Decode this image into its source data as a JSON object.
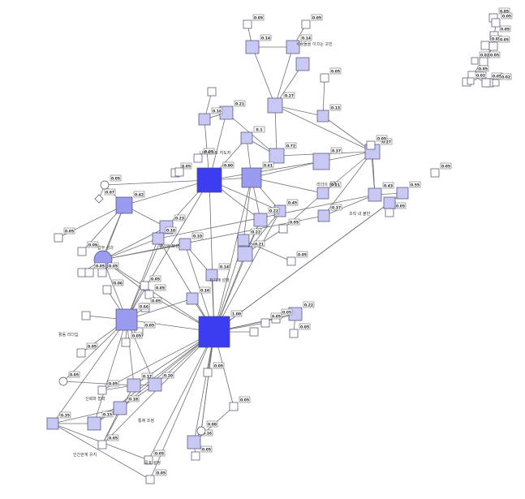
{
  "colors": {
    "edge": "#6f6f78",
    "node_light": "#c8c8f4",
    "node_mid": "#9a9aee",
    "node_dark": "#3c3cf0",
    "node_stroke": "#4a4a70",
    "badge_fill": "#ffffff",
    "badge_stroke": "#555555"
  },
  "nodes": [
    {
      "id": "n1",
      "label": "",
      "value": "0.05",
      "shape": "rect",
      "size": 5,
      "shade": "plain"
    },
    {
      "id": "n2",
      "label": "",
      "value": "0.05",
      "shape": "rect",
      "size": 5,
      "shade": "plain"
    },
    {
      "id": "n3",
      "label": "",
      "value": "0.14",
      "shape": "rect",
      "size": 8,
      "shade": "light"
    },
    {
      "id": "n4",
      "label": "",
      "value": "0.14",
      "shape": "rect",
      "size": 8,
      "shade": "light"
    },
    {
      "id": "n5",
      "label": "",
      "value": "",
      "shape": "rect",
      "size": 8,
      "shade": "light"
    },
    {
      "id": "n6",
      "label": "",
      "value": "0.05",
      "shape": "rect",
      "size": 5,
      "shade": "plain"
    },
    {
      "id": "n7",
      "label": "",
      "value": "0.05",
      "shape": "rect",
      "size": 5,
      "shade": "plain"
    },
    {
      "id": "n8",
      "label": "",
      "value": "0.05",
      "shape": "rect",
      "size": 5,
      "shade": "plain"
    },
    {
      "id": "n9",
      "label": "",
      "value": "0.05",
      "shape": "rect",
      "size": 5,
      "shade": "plain"
    },
    {
      "id": "n10",
      "label": "",
      "value": "0.02",
      "shape": "rect",
      "size": 4,
      "shade": "plain"
    },
    {
      "id": "n11",
      "label": "",
      "value": "0.05",
      "shape": "rect",
      "size": 5,
      "shade": "plain"
    },
    {
      "id": "n12",
      "label": "",
      "value": "",
      "shape": "rect",
      "size": 5,
      "shade": "plain"
    },
    {
      "id": "n13",
      "label": "",
      "value": "0.21",
      "shape": "rect",
      "size": 8,
      "shade": "light"
    },
    {
      "id": "n14",
      "label": "",
      "value": "0.16",
      "shape": "rect",
      "size": 7,
      "shade": "light"
    },
    {
      "id": "n15",
      "label": "",
      "value": "",
      "shape": "rect",
      "size": 5,
      "shade": "plain"
    },
    {
      "id": "n16",
      "label": "",
      "value": "0.27",
      "shape": "rect",
      "size": 9,
      "shade": "light"
    },
    {
      "id": "n17",
      "label": "",
      "value": "0.05",
      "shape": "rect",
      "size": 5,
      "shade": "plain"
    },
    {
      "id": "n18",
      "label": "",
      "value": "0.13",
      "shape": "rect",
      "size": 7,
      "shade": "light"
    },
    {
      "id": "n19",
      "label": "",
      "value": "0.1",
      "shape": "rect",
      "size": 7,
      "shade": "light"
    },
    {
      "id": "n20",
      "label": "",
      "value": "0.72",
      "shape": "rect",
      "size": 9,
      "shade": "light"
    },
    {
      "id": "n21",
      "label": "",
      "value": "0.37",
      "shape": "rect",
      "size": 10,
      "shade": "light"
    },
    {
      "id": "n22",
      "label": "",
      "value": "0.27",
      "shape": "rect",
      "size": 9,
      "shade": "light"
    },
    {
      "id": "n23",
      "label": "",
      "value": "0.05",
      "shape": "rect",
      "size": 5,
      "shade": "plain"
    },
    {
      "id": "n24",
      "label": "",
      "value": "0.05",
      "shape": "rect",
      "size": 5,
      "shade": "plain"
    },
    {
      "id": "n25",
      "label": "",
      "value": "",
      "shape": "rect",
      "size": 5,
      "shade": "plain"
    },
    {
      "id": "n26",
      "label": "",
      "value": "0.05",
      "shape": "rect",
      "size": 5,
      "shade": "plain"
    },
    {
      "id": "n27",
      "label": "",
      "value": "0.90",
      "shape": "rect",
      "size": 15,
      "shade": "dark"
    },
    {
      "id": "n28",
      "label": "",
      "value": "0.61",
      "shape": "rect",
      "size": 12,
      "shade": "mid"
    },
    {
      "id": "n29",
      "label": "",
      "value": "0.45",
      "shape": "rect",
      "size": 7,
      "shade": "light"
    },
    {
      "id": "n30",
      "label": "",
      "value": "0.22",
      "shape": "rect",
      "size": 7,
      "shade": "light"
    },
    {
      "id": "n31",
      "label": "",
      "value": "0.22",
      "shape": "rect",
      "size": 8,
      "shade": "light"
    },
    {
      "id": "n32",
      "label": "",
      "value": "0.21",
      "shape": "rect",
      "size": 9,
      "shade": "light"
    },
    {
      "id": "n33",
      "label": "",
      "value": "0.05",
      "shape": "rect",
      "size": 5,
      "shade": "plain"
    },
    {
      "id": "n34",
      "label": "",
      "value": "0.05",
      "shape": "rect",
      "size": 5,
      "shade": "plain"
    },
    {
      "id": "n35",
      "label": "",
      "value": "0.23",
      "shape": "rect",
      "size": 8,
      "shade": "light"
    },
    {
      "id": "n36",
      "label": "",
      "value": "0.05",
      "shape": "circle",
      "size": 5,
      "shade": "plain"
    },
    {
      "id": "n37",
      "label": "",
      "value": "0.07",
      "shape": "diamond",
      "size": 5,
      "shade": "plain"
    },
    {
      "id": "n38",
      "label": "",
      "value": "0.37",
      "shape": "rect",
      "size": 7,
      "shade": "light"
    },
    {
      "id": "n39",
      "label": "",
      "value": "0.21",
      "shape": "rect",
      "size": 7,
      "shade": "light"
    },
    {
      "id": "n40",
      "label": "",
      "value": "0.18",
      "shape": "rect",
      "size": 7,
      "shade": "light"
    },
    {
      "id": "n41",
      "label": "",
      "value": "0.43",
      "shape": "rect",
      "size": 8,
      "shade": "light"
    },
    {
      "id": "n42",
      "label": "",
      "value": "0.45",
      "shape": "rect",
      "size": 7,
      "shade": "light"
    },
    {
      "id": "n43",
      "label": "",
      "value": "0.55",
      "shape": "rect",
      "size": 7,
      "shade": "light"
    },
    {
      "id": "n44",
      "label": "",
      "value": "0.05",
      "shape": "rect",
      "size": 5,
      "shade": "plain"
    },
    {
      "id": "n45",
      "label": "",
      "value": "0.05",
      "shape": "rect",
      "size": 5,
      "shade": "plain"
    },
    {
      "id": "n46",
      "label": "",
      "value": "0.42",
      "shape": "rect",
      "size": 10,
      "shade": "mid"
    },
    {
      "id": "n47",
      "label": "",
      "value": "",
      "shape": "rect",
      "size": 5,
      "shade": "plain"
    },
    {
      "id": "n48",
      "label": "",
      "value": "0.09",
      "shape": "rect",
      "size": 5,
      "shade": "plain"
    },
    {
      "id": "n49",
      "label": "",
      "value": "",
      "shape": "rect",
      "size": 5,
      "shade": "plain"
    },
    {
      "id": "n50",
      "label": "",
      "value": "",
      "shape": "circle",
      "size": 11,
      "shade": "mid"
    },
    {
      "id": "n51",
      "label": "",
      "value": "0.05",
      "shape": "rect",
      "size": 5,
      "shade": "plain"
    },
    {
      "id": "n52",
      "label": "",
      "value": "0.05",
      "shape": "rect",
      "size": 5,
      "shade": "plain"
    },
    {
      "id": "n53",
      "label": "",
      "value": "0.10",
      "shape": "rect",
      "size": 7,
      "shade": "light"
    },
    {
      "id": "n54",
      "label": "",
      "value": "0.14",
      "shape": "rect",
      "size": 7,
      "shade": "light"
    },
    {
      "id": "n55",
      "label": "",
      "value": "0.06",
      "shape": "rect",
      "size": 5,
      "shade": "plain"
    },
    {
      "id": "n56",
      "label": "",
      "value": "0.10",
      "shape": "rect",
      "size": 7,
      "shade": "light"
    },
    {
      "id": "n57",
      "label": "",
      "value": "0.05",
      "shape": "rect",
      "size": 5,
      "shade": "plain"
    },
    {
      "id": "n58",
      "label": "",
      "value": "0.05",
      "shape": "rect",
      "size": 5,
      "shade": "plain"
    },
    {
      "id": "n59",
      "label": "",
      "value": "0.05",
      "shape": "rect",
      "size": 5,
      "shade": "plain"
    },
    {
      "id": "n60",
      "label": "",
      "value": "0.05",
      "shape": "rect",
      "size": 5,
      "shade": "plain"
    },
    {
      "id": "n61",
      "label": "",
      "value": "",
      "shape": "rect",
      "size": 5,
      "shade": "plain"
    },
    {
      "id": "n62",
      "label": "",
      "value": "0.05",
      "shape": "rect",
      "size": 5,
      "shade": "plain"
    },
    {
      "id": "n63",
      "label": "",
      "value": "0.05",
      "shape": "rect",
      "size": 5,
      "shade": "plain"
    },
    {
      "id": "n64",
      "label": "",
      "value": "0.66",
      "shape": "rect",
      "size": 13,
      "shade": "mid"
    },
    {
      "id": "n65",
      "label": "",
      "value": "1.00",
      "shape": "rect",
      "size": 19,
      "shade": "dark"
    },
    {
      "id": "n66",
      "label": "",
      "value": "",
      "shape": "rect",
      "size": 5,
      "shade": "plain"
    },
    {
      "id": "n67",
      "label": "",
      "value": "0.22",
      "shape": "rect",
      "size": 8,
      "shade": "light"
    },
    {
      "id": "n68",
      "label": "",
      "value": "0.05",
      "shape": "rect",
      "size": 5,
      "shade": "plain"
    },
    {
      "id": "n69",
      "label": "",
      "value": "0.05",
      "shape": "rect",
      "size": 5,
      "shade": "plain"
    },
    {
      "id": "n70",
      "label": "",
      "value": "0.05",
      "shape": "rect",
      "size": 5,
      "shade": "plain"
    },
    {
      "id": "n71",
      "label": "",
      "value": "0.05",
      "shape": "circle",
      "size": 5,
      "shade": "plain"
    },
    {
      "id": "n72",
      "label": "",
      "value": "0.05",
      "shape": "rect",
      "size": 5,
      "shade": "plain"
    },
    {
      "id": "n73",
      "label": "",
      "value": "0.17",
      "shape": "rect",
      "size": 8,
      "shade": "light"
    },
    {
      "id": "n74",
      "label": "",
      "value": "0.20",
      "shape": "rect",
      "size": 8,
      "shade": "light"
    },
    {
      "id": "n75",
      "label": "",
      "value": "0.18",
      "shape": "rect",
      "size": 8,
      "shade": "light"
    },
    {
      "id": "n76",
      "label": "",
      "value": "0.15",
      "shape": "rect",
      "size": 8,
      "shade": "light"
    },
    {
      "id": "n77",
      "label": "",
      "value": "0.35",
      "shape": "rect",
      "size": 7,
      "shade": "light"
    },
    {
      "id": "n78",
      "label": "",
      "value": "0.05",
      "shape": "rect",
      "size": 5,
      "shade": "plain"
    },
    {
      "id": "n79",
      "label": "",
      "value": "0.05",
      "shape": "rect",
      "size": 5,
      "shade": "plain"
    },
    {
      "id": "n80",
      "label": "",
      "value": "0.05",
      "shape": "rect",
      "size": 5,
      "shade": "plain"
    },
    {
      "id": "n81",
      "label": "",
      "value": "0.16",
      "shape": "rect",
      "size": 8,
      "shade": "light"
    },
    {
      "id": "n82",
      "label": "",
      "value": "0.05",
      "shape": "rect",
      "size": 5,
      "shade": "plain"
    },
    {
      "id": "n83",
      "label": "",
      "value": "0.05",
      "shape": "rect",
      "size": 5,
      "shade": "plain"
    },
    {
      "id": "n84",
      "label": "",
      "value": "0.05",
      "shape": "rect",
      "size": 5,
      "shade": "plain"
    },
    {
      "id": "n85",
      "label": "",
      "value": "0.08",
      "shape": "circle",
      "size": 5,
      "shade": "plain"
    },
    {
      "id": "n86",
      "label": "",
      "value": "0.05",
      "shape": "rect",
      "size": 5,
      "shade": "plain"
    },
    {
      "id": "n87",
      "label": "",
      "value": "0.05",
      "shape": "rect",
      "size": 5,
      "shade": "plain"
    },
    {
      "id": "n88",
      "label": "",
      "value": "0.05",
      "shape": "rect",
      "size": 5,
      "shade": "plain"
    },
    {
      "id": "n89",
      "label": "",
      "value": "0.05",
      "shape": "rect",
      "size": 5,
      "shade": "plain"
    },
    {
      "id": "n90",
      "label": "",
      "value": "0.05",
      "shape": "rect",
      "size": 5,
      "shade": "plain"
    },
    {
      "id": "n91",
      "label": "",
      "value": "0.02",
      "shape": "rect",
      "size": 4,
      "shade": "plain"
    },
    {
      "id": "n92",
      "label": "",
      "value": "0.02",
      "shape": "rect",
      "size": 4,
      "shade": "plain"
    }
  ],
  "edges": [
    [
      "n1",
      "n3"
    ],
    [
      "n2",
      "n4"
    ],
    [
      "n3",
      "n4"
    ],
    [
      "n3",
      "n16"
    ],
    [
      "n4",
      "n16"
    ],
    [
      "n5",
      "n16"
    ],
    [
      "n16",
      "n20"
    ],
    [
      "n16",
      "n18"
    ],
    [
      "n16",
      "n22"
    ],
    [
      "n6",
      "n18"
    ],
    [
      "n18",
      "n22"
    ],
    [
      "n20",
      "n22"
    ],
    [
      "n20",
      "n13"
    ],
    [
      "n20",
      "n19"
    ],
    [
      "n13",
      "n14"
    ],
    [
      "n14",
      "n27"
    ],
    [
      "n14",
      "n15"
    ],
    [
      "n13",
      "n27"
    ],
    [
      "n19",
      "n27"
    ],
    [
      "n19",
      "n28"
    ],
    [
      "n20",
      "n28"
    ],
    [
      "n21",
      "n27"
    ],
    [
      "n21",
      "n28"
    ],
    [
      "n21",
      "n22"
    ],
    [
      "n22",
      "n39"
    ],
    [
      "n22",
      "n38"
    ],
    [
      "n22",
      "n41"
    ],
    [
      "n38",
      "n41"
    ],
    [
      "n41",
      "n44"
    ],
    [
      "n41",
      "n43"
    ],
    [
      "n41",
      "n40"
    ],
    [
      "n27",
      "n28"
    ],
    [
      "n27",
      "n35"
    ],
    [
      "n27",
      "n31"
    ],
    [
      "n27",
      "n36"
    ],
    [
      "n27",
      "n29"
    ],
    [
      "n27",
      "n46"
    ],
    [
      "n27",
      "n64"
    ],
    [
      "n27",
      "n65"
    ],
    [
      "n28",
      "n30"
    ],
    [
      "n28",
      "n29"
    ],
    [
      "n28",
      "n31"
    ],
    [
      "n28",
      "n65"
    ],
    [
      "n28",
      "n39"
    ],
    [
      "n29",
      "n65"
    ],
    [
      "n30",
      "n65"
    ],
    [
      "n31",
      "n65"
    ],
    [
      "n31",
      "n32"
    ],
    [
      "n29",
      "n32"
    ],
    [
      "n30",
      "n33"
    ],
    [
      "n32",
      "n65"
    ],
    [
      "n32",
      "n34"
    ],
    [
      "n35",
      "n46"
    ],
    [
      "n35",
      "n50"
    ],
    [
      "n35",
      "n64"
    ],
    [
      "n35",
      "n40"
    ],
    [
      "n36",
      "n37"
    ],
    [
      "n36",
      "n46"
    ],
    [
      "n38",
      "n50"
    ],
    [
      "n39",
      "n34"
    ],
    [
      "n40",
      "n50"
    ],
    [
      "n40",
      "n65"
    ],
    [
      "n40",
      "n64"
    ],
    [
      "n46",
      "n50"
    ],
    [
      "n46",
      "n48"
    ],
    [
      "n46",
      "n47"
    ],
    [
      "n46",
      "n45"
    ],
    [
      "n50",
      "n49"
    ],
    [
      "n50",
      "n51"
    ],
    [
      "n50",
      "n52"
    ],
    [
      "n50",
      "n53"
    ],
    [
      "n50",
      "n64"
    ],
    [
      "n50",
      "n65"
    ],
    [
      "n50",
      "n57"
    ],
    [
      "n53",
      "n54"
    ],
    [
      "n53",
      "n65"
    ],
    [
      "n54",
      "n65"
    ],
    [
      "n55",
      "n64"
    ],
    [
      "n56",
      "n64"
    ],
    [
      "n56",
      "n65"
    ],
    [
      "n57",
      "n65"
    ],
    [
      "n58",
      "n64"
    ],
    [
      "n59",
      "n64"
    ],
    [
      "n60",
      "n64"
    ],
    [
      "n61",
      "n64"
    ],
    [
      "n62",
      "n64"
    ],
    [
      "n63",
      "n64"
    ],
    [
      "n64",
      "n65"
    ],
    [
      "n64",
      "n74"
    ],
    [
      "n64",
      "n73"
    ],
    [
      "n64",
      "n76"
    ],
    [
      "n65",
      "n66"
    ],
    [
      "n65",
      "n67"
    ],
    [
      "n65",
      "n68"
    ],
    [
      "n65",
      "n70"
    ],
    [
      "n65",
      "n72"
    ],
    [
      "n65",
      "n74"
    ],
    [
      "n65",
      "n79"
    ],
    [
      "n65",
      "n80"
    ],
    [
      "n65",
      "n81"
    ],
    [
      "n65",
      "n83"
    ],
    [
      "n65",
      "n84"
    ],
    [
      "n65",
      "n85"
    ],
    [
      "n65",
      "n76"
    ],
    [
      "n65",
      "n73"
    ],
    [
      "n65",
      "n75"
    ],
    [
      "n65",
      "n43"
    ],
    [
      "n65",
      "n42"
    ],
    [
      "n67",
      "n69"
    ],
    [
      "n67",
      "n68"
    ],
    [
      "n64",
      "n71"
    ],
    [
      "n64",
      "n77"
    ],
    [
      "n71",
      "n73"
    ],
    [
      "n73",
      "n74"
    ],
    [
      "n73",
      "n72"
    ],
    [
      "n73",
      "n78"
    ],
    [
      "n74",
      "n75"
    ],
    [
      "n75",
      "n76"
    ],
    [
      "n75",
      "n77"
    ],
    [
      "n75",
      "n78"
    ],
    [
      "n76",
      "n77"
    ],
    [
      "n77",
      "n79"
    ],
    [
      "n77",
      "n80"
    ],
    [
      "n78",
      "n65"
    ],
    [
      "n81",
      "n85"
    ],
    [
      "n81",
      "n82"
    ],
    [
      "n81",
      "n83"
    ],
    [
      "n85",
      "n65"
    ],
    [
      "n86",
      "n87"
    ],
    [
      "n87",
      "n89"
    ],
    [
      "n87",
      "n88"
    ],
    [
      "n89",
      "n90"
    ]
  ],
  "texts": [
    {
      "id": "t1",
      "text": "나르시스트 지도자"
    },
    {
      "id": "t2",
      "text": "사람들을 이끄는 고민"
    },
    {
      "id": "t3",
      "text": "리더의 성격"
    },
    {
      "id": "t4",
      "text": "조직 내 불만"
    },
    {
      "id": "t5",
      "text": "평가와 보상"
    },
    {
      "id": "t6",
      "text": "자기애 성향"
    },
    {
      "id": "t7",
      "text": "업무 성과"
    },
    {
      "id": "t8",
      "text": "활동 리더십"
    },
    {
      "id": "t9",
      "text": "통제 조정"
    },
    {
      "id": "t10",
      "text": "신뢰와 협력"
    },
    {
      "id": "t11",
      "text": "인간관계 유지"
    },
    {
      "id": "t12",
      "text": "목표 설정"
    }
  ]
}
